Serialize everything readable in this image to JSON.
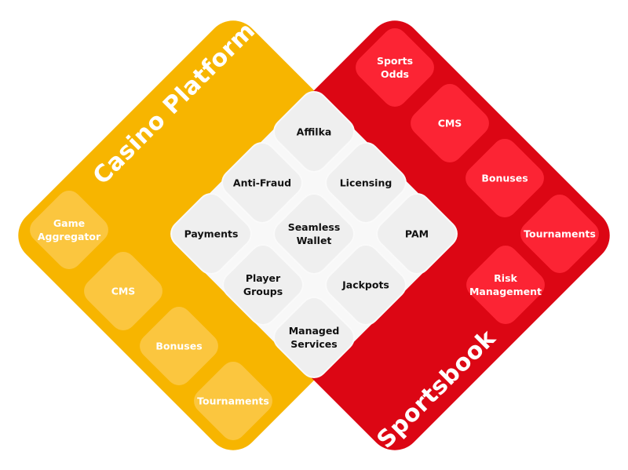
{
  "casino": {
    "title": "Casino Platform",
    "color": "#f7b500",
    "items": [
      [
        "Game",
        "Aggregator"
      ],
      [
        "CMS"
      ],
      [
        "Bonuses"
      ],
      [
        "Tournaments"
      ]
    ]
  },
  "sportsbook": {
    "title": "Sportsbook",
    "color": "#dc0614",
    "items": [
      [
        "Sports",
        "Odds"
      ],
      [
        "CMS"
      ],
      [
        "Bonuses"
      ],
      [
        "Tournaments"
      ],
      [
        "Risk",
        "Management"
      ]
    ]
  },
  "core": {
    "items": [
      [
        "Affilka"
      ],
      [
        "Anti-Fraud"
      ],
      [
        "Licensing"
      ],
      [
        "Payments"
      ],
      [
        "Seamless",
        "Wallet"
      ],
      [
        "PAM"
      ],
      [
        "Player",
        "Groups"
      ],
      [
        "Jackpots"
      ],
      [
        "Managed",
        "Services"
      ]
    ]
  }
}
